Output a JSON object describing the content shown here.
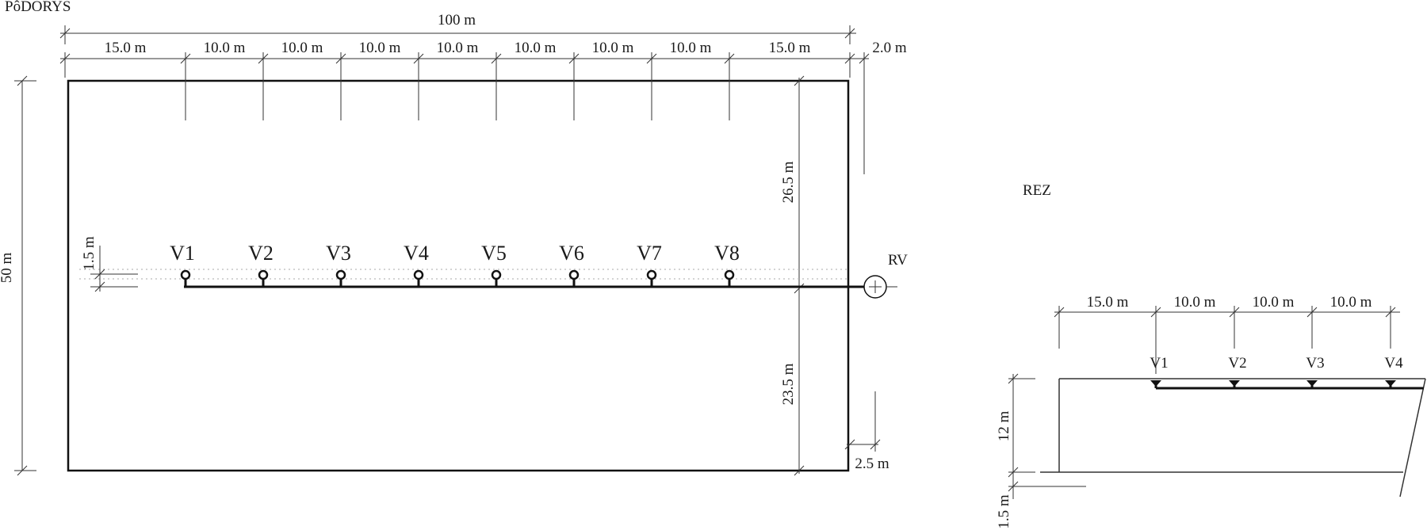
{
  "plan": {
    "title": "PôDORYS",
    "total_length": "100 m",
    "spacings": [
      "15.0 m",
      "10.0 m",
      "10.0 m",
      "10.0 m",
      "10.0 m",
      "10.0 m",
      "10.0 m",
      "10.0 m",
      "15.0 m"
    ],
    "right_offset": "2.0 m",
    "height": "50 m",
    "upper_distance": "26.5 m",
    "lower_distance": "23.5 m",
    "line_offset": "1.5 m",
    "bottom_offset": "2.5 m",
    "wells": [
      "V1",
      "V2",
      "V3",
      "V4",
      "V5",
      "V6",
      "V7",
      "V8"
    ],
    "manhole": "RV"
  },
  "section": {
    "title": "REZ",
    "spacings": [
      "15.0 m",
      "10.0 m",
      "10.0 m",
      "10.0 m"
    ],
    "wells": [
      "V1",
      "V2",
      "V3",
      "V4"
    ],
    "height": "12 m",
    "depth": "1.5 m"
  }
}
